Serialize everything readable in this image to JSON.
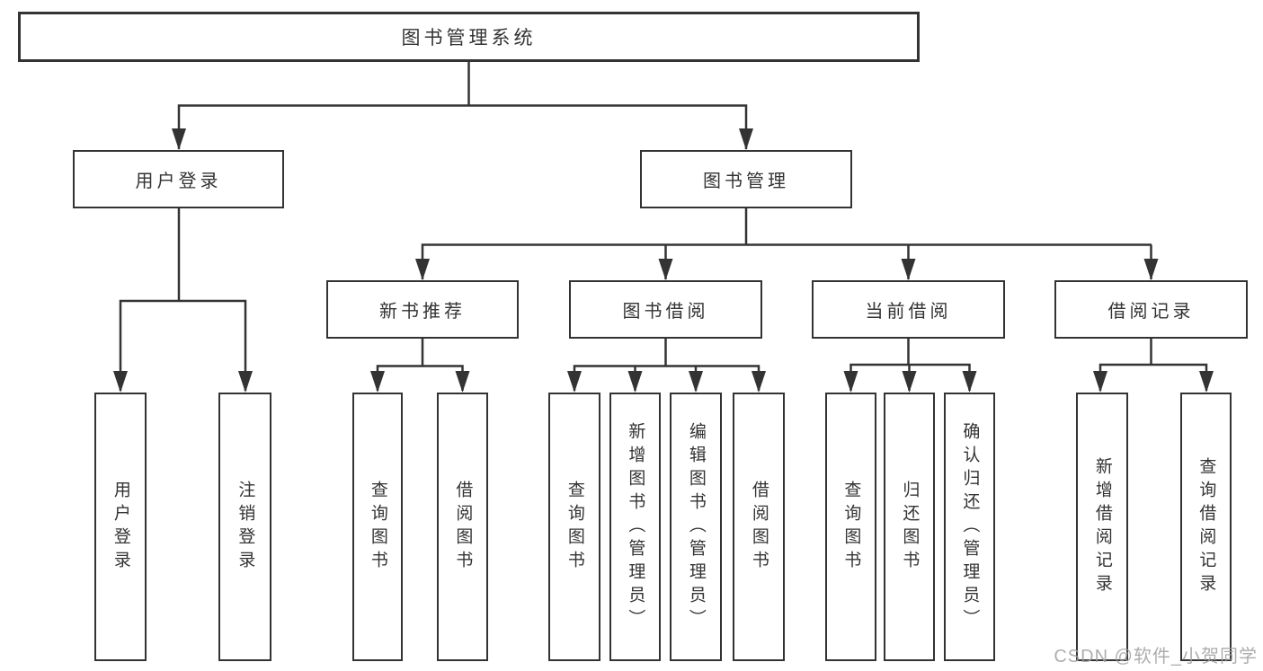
{
  "diagram": {
    "root": {
      "label": "图书管理系统"
    },
    "level2": [
      {
        "label": "用户登录"
      },
      {
        "label": "图书管理"
      }
    ],
    "level3": [
      {
        "label": "新书推荐"
      },
      {
        "label": "图书借阅"
      },
      {
        "label": "当前借阅"
      },
      {
        "label": "借阅记录"
      }
    ],
    "leaves": {
      "user_login": [
        {
          "label": "用户登录"
        },
        {
          "label": "注销登录"
        }
      ],
      "new_book": [
        {
          "label": "查询图书"
        },
        {
          "label": "借阅图书"
        }
      ],
      "book_borrow": [
        {
          "label": "查询图书"
        },
        {
          "label": "新增图书（管理员）"
        },
        {
          "label": "编辑图书（管理员）"
        },
        {
          "label": "借阅图书"
        }
      ],
      "current_borrow": [
        {
          "label": "查询图书"
        },
        {
          "label": "归还图书"
        },
        {
          "label": "确认归还（管理员）"
        }
      ],
      "borrow_record": [
        {
          "label": "新增借阅记录"
        },
        {
          "label": "查询借阅记录"
        }
      ]
    }
  },
  "watermark": {
    "text": "CSDN @软件_小贺同学"
  },
  "colors": {
    "line": "#333333",
    "box-border": "#333333",
    "text": "#333333",
    "watermark": "#9f9f9f",
    "background": "#ffffff"
  }
}
